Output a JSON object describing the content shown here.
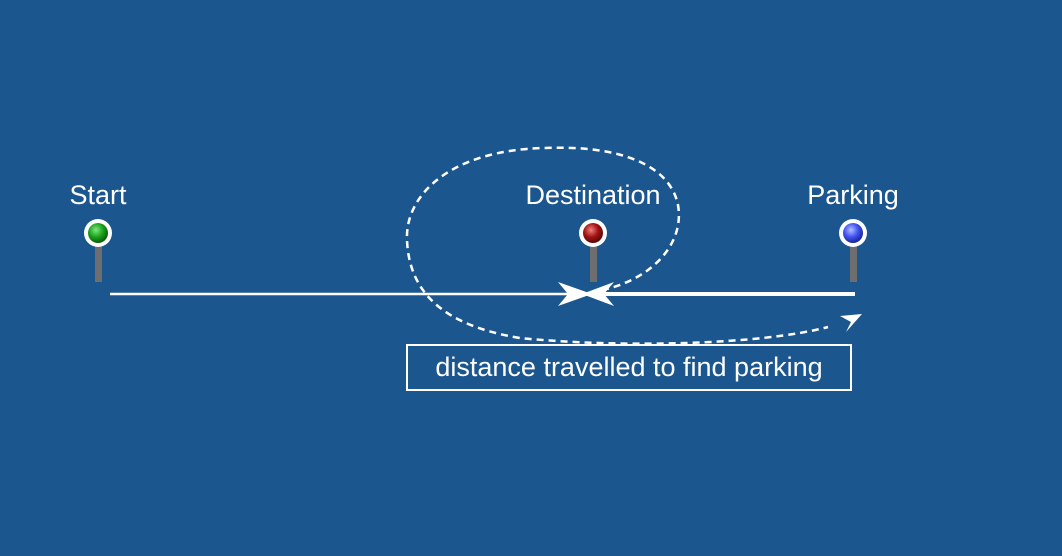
{
  "pins": {
    "start": {
      "label": "Start",
      "color": "#1aa31a"
    },
    "destination": {
      "label": "Destination",
      "color": "#a31212"
    },
    "parking": {
      "label": "Parking",
      "color": "#3f52f0"
    }
  },
  "caption": "distance travelled to find parking",
  "colors": {
    "background": "#1b568f",
    "foreground": "#ffffff",
    "pin_stem": "#6e6e6e"
  }
}
